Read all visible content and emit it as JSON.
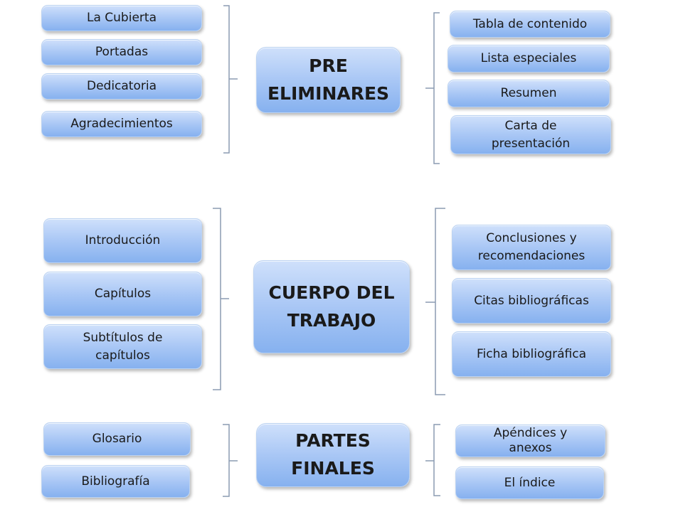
{
  "sections": [
    {
      "title": "PRE\nELIMINARES",
      "left_items": [
        "La Cubierta",
        "Portadas",
        "Dedicatoria",
        "Agradecimientos"
      ],
      "right_items": [
        "Tabla de contenido",
        "Lista especiales",
        "Resumen",
        "Carta de\npresentación"
      ]
    },
    {
      "title": "CUERPO DEL\nTRABAJO",
      "left_items": [
        "Introducción",
        "Capítulos",
        "Subtítulos de\ncapítulos"
      ],
      "right_items": [
        "Conclusiones y\nrecomendaciones",
        "Citas bibliográficas",
        "Ficha bibliográfica"
      ]
    },
    {
      "title": "PARTES\nFINALES",
      "left_items": [
        "Glosario",
        "Bibliografía"
      ],
      "right_items": [
        "Apéndices y\nanexos",
        "El índice"
      ]
    }
  ],
  "colors": {
    "box_top": "#cfe0fb",
    "box_bottom": "#86b1ef",
    "bracket": "#8b9bb2"
  }
}
